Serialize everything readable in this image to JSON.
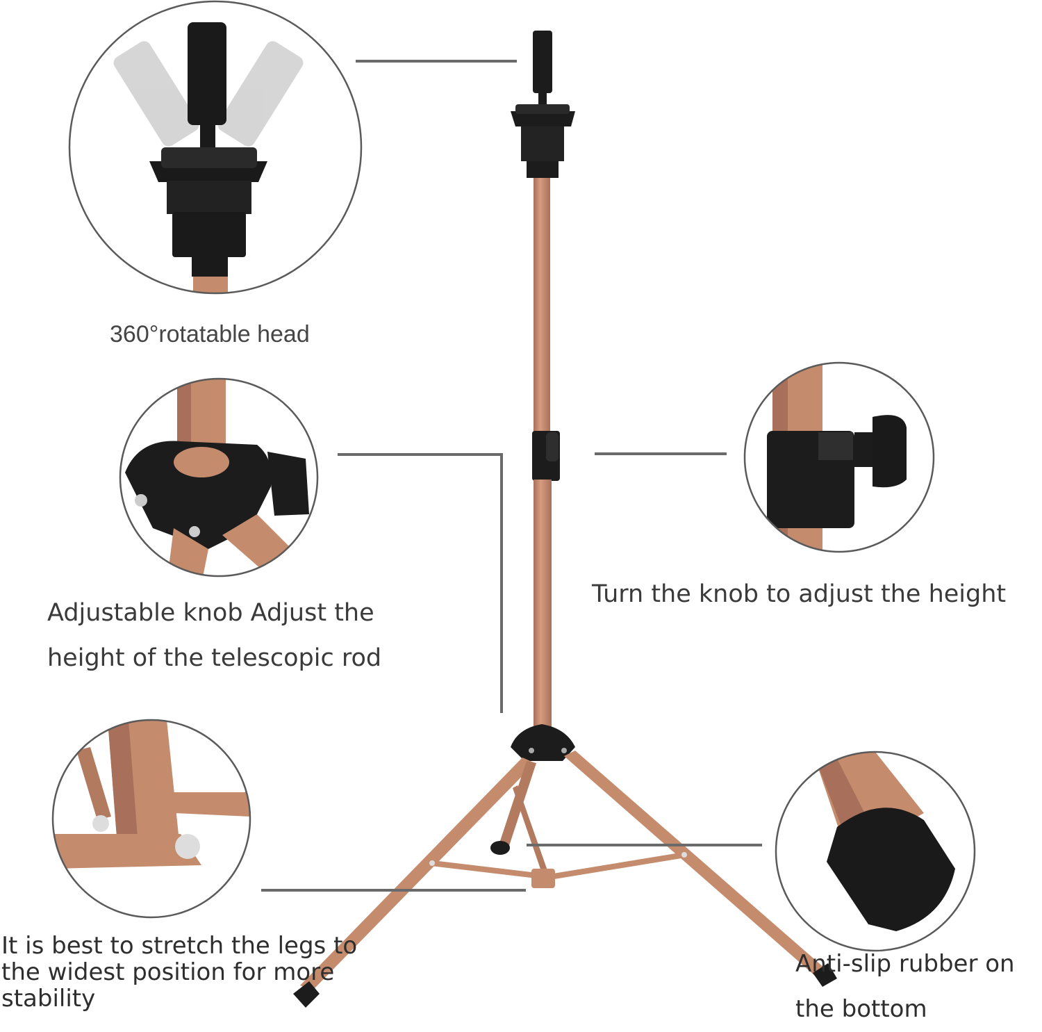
{
  "labels": {
    "head": "360°rotatable head",
    "knob_line1": "Adjustable knob Adjust the",
    "knob_line2": "height of the telescopic rod",
    "turn": "Turn the knob to adjust the height",
    "legs_line1": "It is best to stretch the legs to",
    "legs_line2": "the widest position for more",
    "legs_line3": "stability",
    "rubber_line1": "Anti-slip rubber on",
    "rubber_line2": "the bottom"
  },
  "colors": {
    "rod": "#c48b6d",
    "rod_shade": "#a8705a",
    "plastic": "#1c1c1c",
    "leader": "#6a6a6a",
    "circle_border": "#5a5a5a"
  }
}
